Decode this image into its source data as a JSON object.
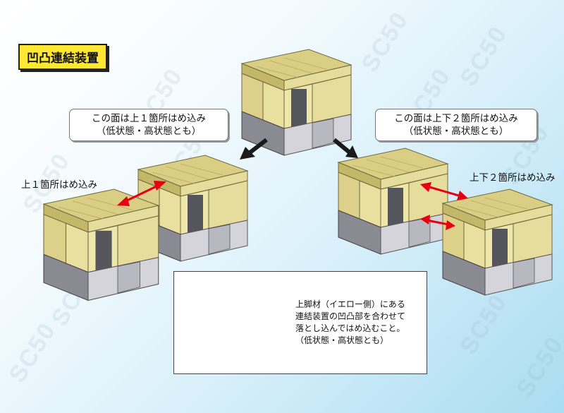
{
  "title": "凹凸連結装置",
  "watermark_text": "SC50",
  "callouts": {
    "left": {
      "line1": "この面は上１箇所はめ込み",
      "line2": "（低状態・高状態とも）"
    },
    "right": {
      "line1": "この面は上下２箇所はめ込み",
      "line2": "（低状態・高状態とも）"
    }
  },
  "labels": {
    "left_side": "上１箇所はめ込み",
    "right_side": "上下２箇所はめ込み"
  },
  "detail": {
    "line1": "上脚材（イエロー側）にある",
    "line2": "連結装置の凹凸部を合わせて",
    "line3": "落とし込んではめ込むこと。",
    "line4": "（低状態・高状態とも）"
  },
  "colors": {
    "yellow_face": "#e6dc9c",
    "yellow_top": "#d6c97a",
    "gray_face": "#cfcfd4",
    "gray_dark": "#6e6e74",
    "arrow_red": "#e60012",
    "arrow_black": "#1a1a1a",
    "title_bg": "#ffe733"
  }
}
